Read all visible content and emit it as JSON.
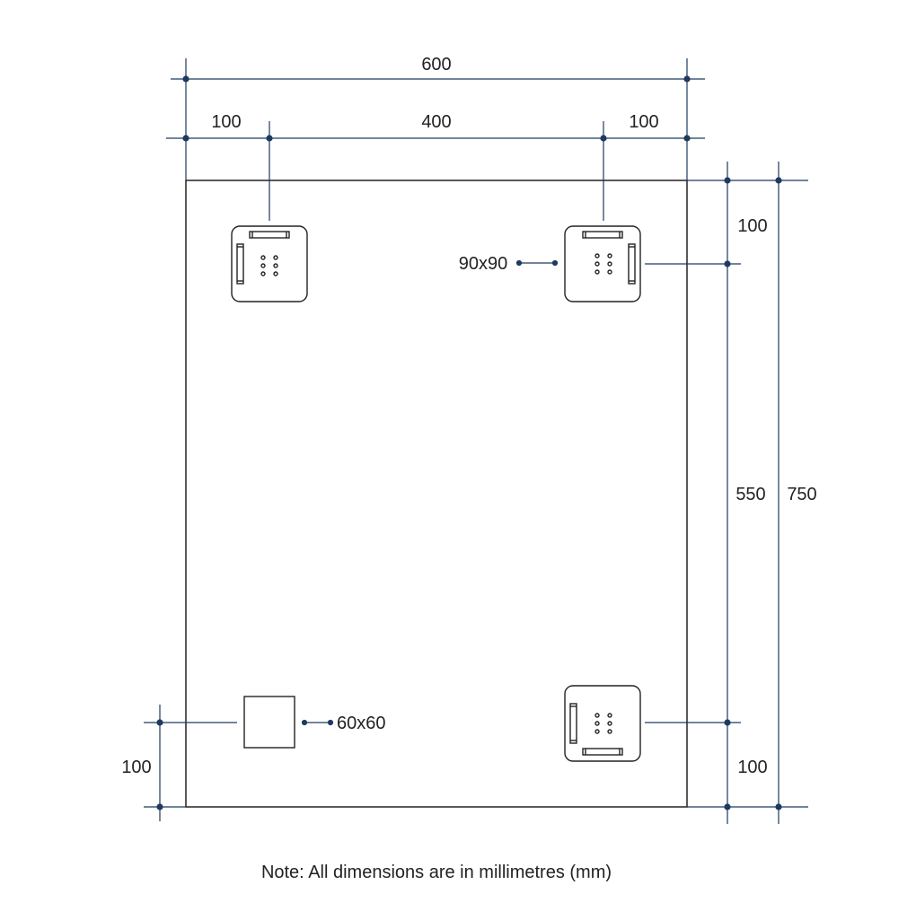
{
  "diagram": {
    "dimensions": {
      "overall_width": "600",
      "left_offset": "100",
      "bracket_spacing": "400",
      "right_offset": "100",
      "top_offset": "100",
      "bracket_vertical_spacing": "550",
      "overall_height": "750",
      "bottom_offset_right": "100",
      "bottom_offset_left": "100"
    },
    "labels": {
      "bracket_size": "90x90",
      "switch_size": "60x60"
    },
    "note": "Note: All dimensions are in millimetres (mm)",
    "colors": {
      "dimension_line": "#1f3a5f",
      "outline": "#222222",
      "background": "#ffffff"
    }
  }
}
